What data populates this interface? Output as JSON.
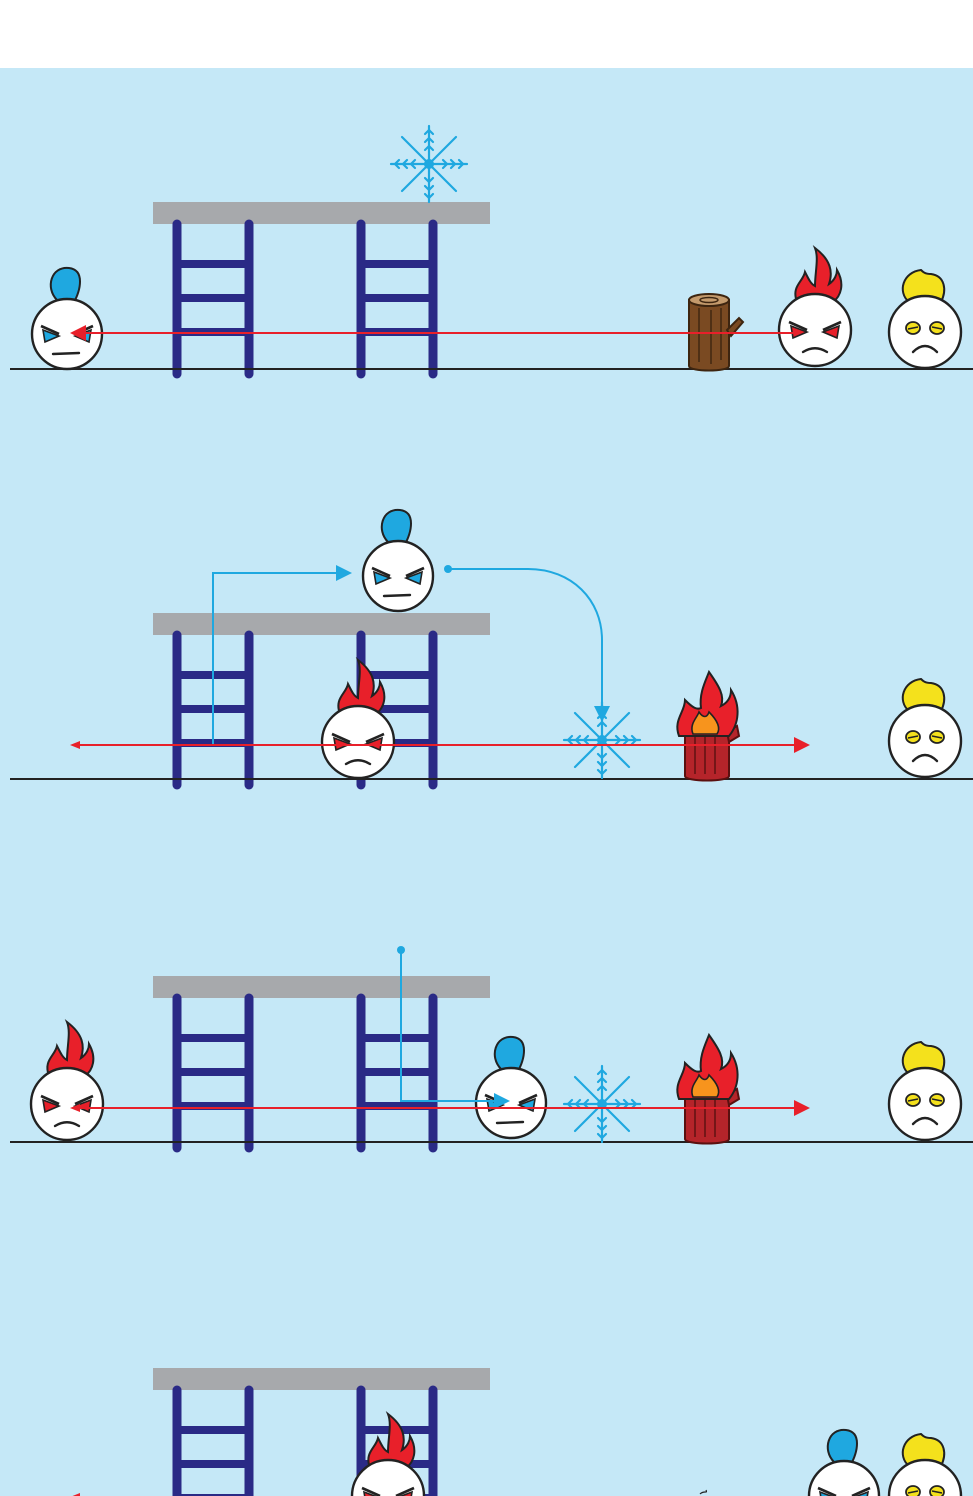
{
  "game": {
    "panel_count": 4,
    "characters": [
      "ice-hero",
      "fire-enemy",
      "yellow-character"
    ],
    "colors": {
      "sky": "#c5e8f7",
      "ground": "#222222",
      "platform": "#a7a9ac",
      "ladder": "#2a2a86",
      "ice": "#1fa8e0",
      "fire": "#e8202a",
      "fire_inner": "#f7941d",
      "yellow": "#f4e11c",
      "log": "#7a4a22",
      "burnt_log": "#b5242a",
      "path_red": "#e8202a",
      "path_blue": "#1fa8e0"
    }
  }
}
